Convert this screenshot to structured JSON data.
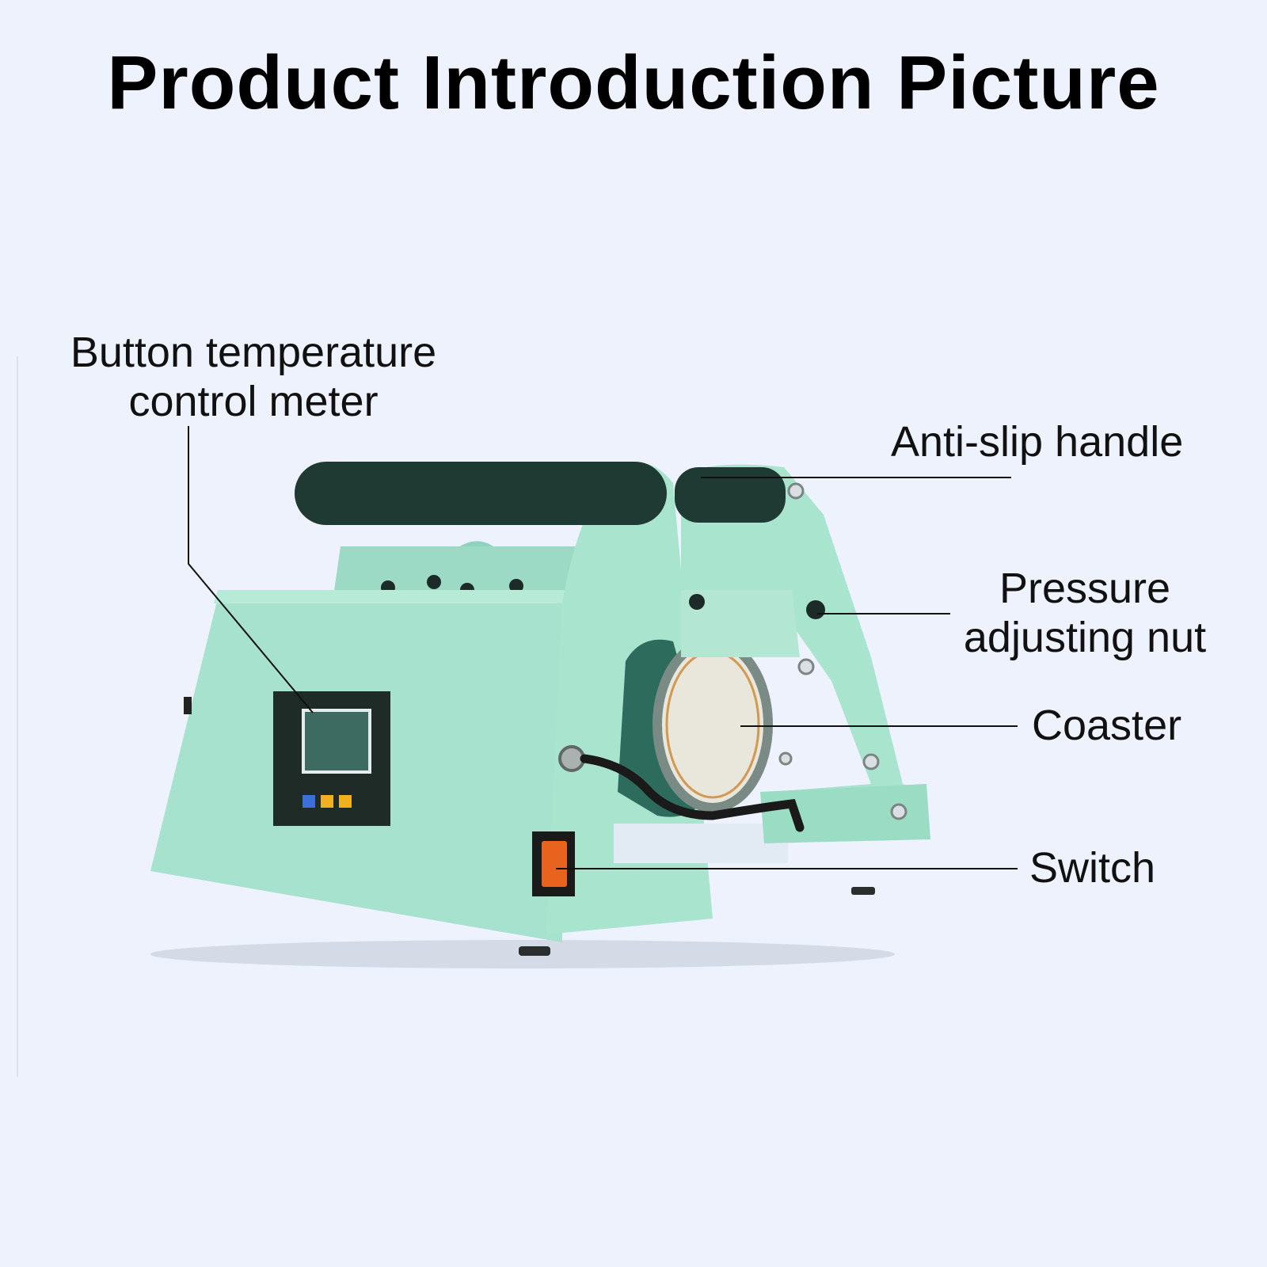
{
  "title": "Product Introduction Picture",
  "labels": {
    "meter_line1": "Button temperature",
    "meter_line2": "control meter",
    "handle": "Anti-slip handle",
    "nut_line1": "Pressure",
    "nut_line2": "adjusting nut",
    "coaster": "Coaster",
    "switch": "Switch"
  },
  "colors": {
    "background": "#edf2fd",
    "machine_body": "#a7e3cf",
    "handle_foam": "#1f3a33",
    "switch": "#e8641e"
  }
}
